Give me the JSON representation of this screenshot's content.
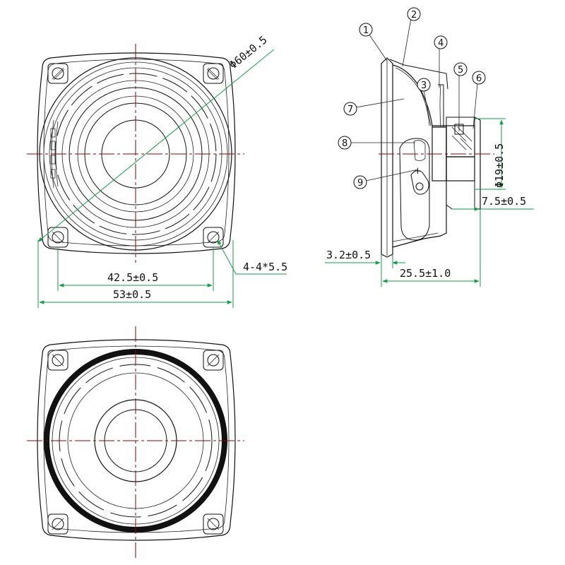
{
  "dimensions": {
    "diameter": "Φ60±0.5",
    "hole_pitch": "42.5±0.5",
    "overall_width": "53±0.5",
    "mount_holes": "4-4*5.5",
    "magnet_diameter": "Φ19±0.5",
    "magnet_depth": "7.5±0.5",
    "flange_thickness": "3.2±0.5",
    "total_depth": "25.5±1.0"
  },
  "callouts": [
    "1",
    "2",
    "3",
    "4",
    "5",
    "6",
    "7",
    "8",
    "9"
  ],
  "terminal_mark": "+",
  "colors": {
    "outline": "#111111",
    "dimension": "#1a9a4a",
    "centerline": "#7a0a0a"
  }
}
